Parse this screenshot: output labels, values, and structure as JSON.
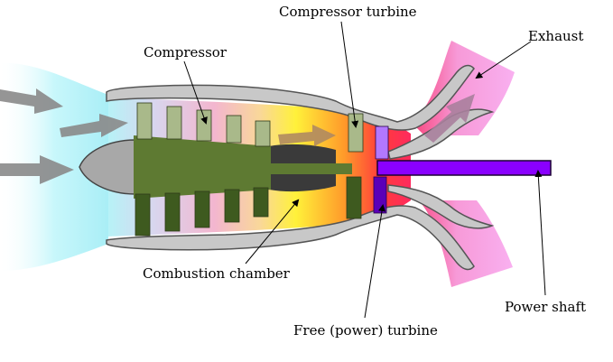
{
  "labels": {
    "compressor_turbine": "Compressor turbine",
    "compressor": "Compressor",
    "exhaust": "Exhaust",
    "combustion_chamber": "Combustion chamber",
    "power_shaft": "Power shaft",
    "free_turbine": "Free (power) turbine"
  },
  "colors": {
    "intake_air": "#aef2f7",
    "casing": "#c8c8c8",
    "compressor_blade": "#9aaa7a",
    "compressor_hub": "#5e7a32",
    "combustion": "#ffee33",
    "hot_gas": "#ff2a4a",
    "exhaust": "#f7a6ee",
    "power_shaft": "#8a00ff",
    "flow_arrow": "#8a8a8a"
  }
}
